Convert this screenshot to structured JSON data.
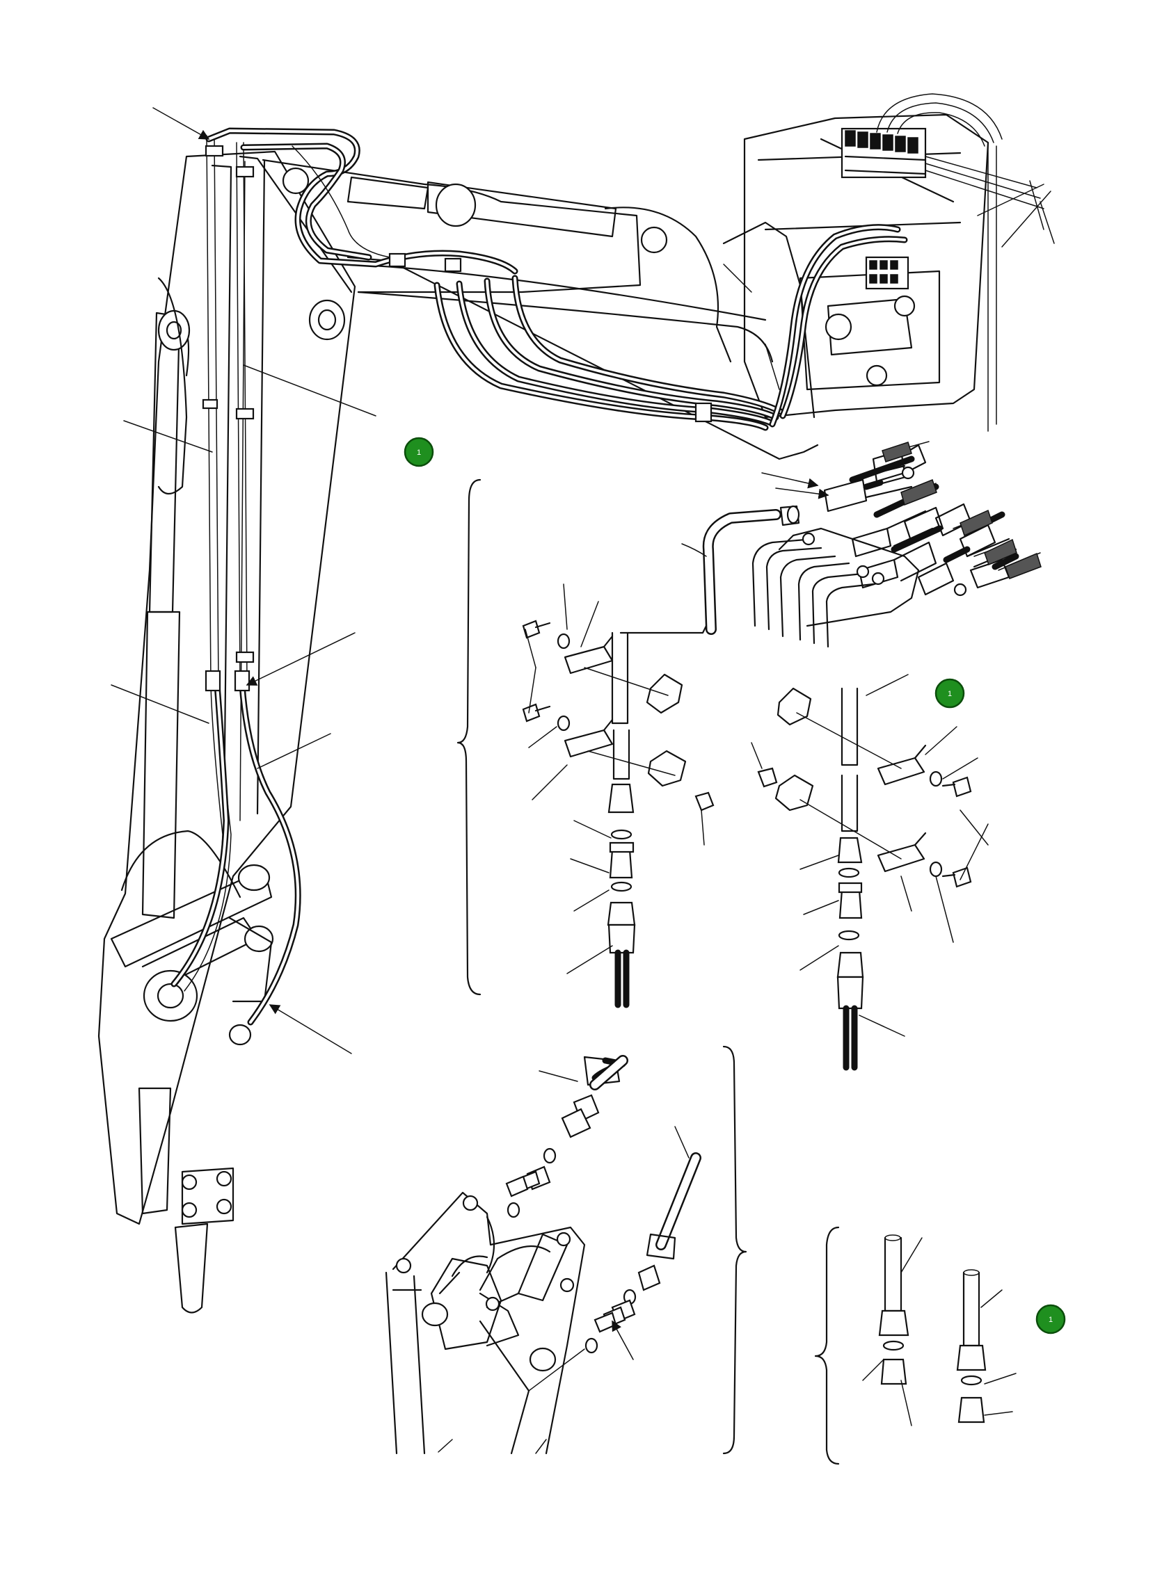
{
  "badges": [
    {
      "id": "badge-top",
      "label": "1"
    },
    {
      "id": "badge-middle",
      "label": "1"
    },
    {
      "id": "badge-bottom",
      "label": "1"
    }
  ],
  "colors": {
    "line": "#111111",
    "badge_fill": "#1f8f1f",
    "badge_text": "#ffffff"
  }
}
